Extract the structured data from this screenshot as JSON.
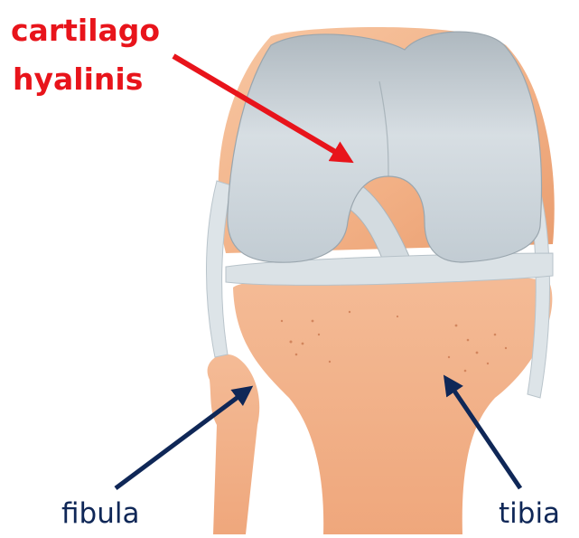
{
  "labels": {
    "cartilage_line1": "cartilago",
    "cartilage_line2": "hyalinis",
    "fibula": "fibula",
    "tibia": "tibia"
  },
  "colors": {
    "background": "#ffffff",
    "cartilage_arrow": "#e8141b",
    "bone_arrows": "#0f2757",
    "bone": "#f3b48c",
    "cartilage": "#c9d2d8",
    "ligament": "#dde4e8"
  }
}
